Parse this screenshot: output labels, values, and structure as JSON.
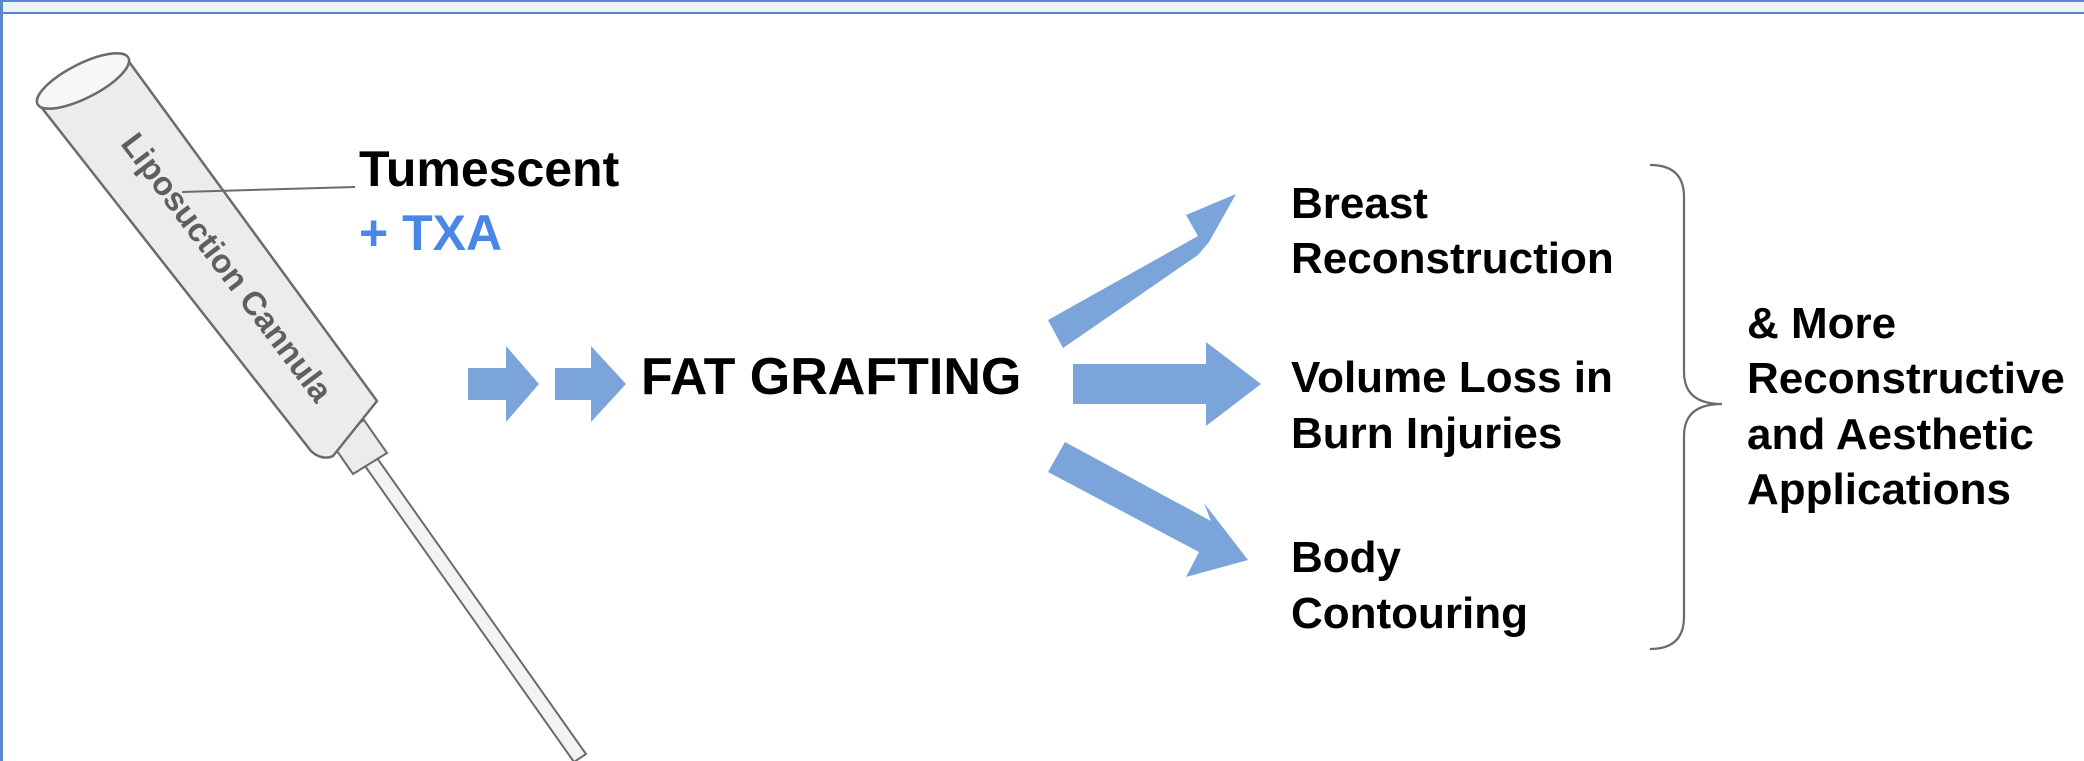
{
  "cannula": {
    "label": "Liposuction Cannula"
  },
  "inputs": {
    "tumescent": "Tumescent",
    "txa": "+ TXA"
  },
  "center": {
    "title": "FAT GRAFTING"
  },
  "applications": [
    {
      "lines": [
        "Breast",
        "Reconstruction"
      ]
    },
    {
      "lines": [
        "Volume Loss in",
        "Burn Injuries"
      ]
    },
    {
      "lines": [
        "Body",
        "Contouring"
      ]
    }
  ],
  "more": {
    "lines": [
      "& More",
      "Reconstructive",
      "and Aesthetic",
      "Applications"
    ]
  },
  "colors": {
    "arrow": "#7ba5da",
    "accent": "#4a86e8",
    "outline": "#6b6b6b",
    "cannula_fill": "#e8e8e8",
    "cannula_top": "#f6f6f6",
    "border": "#5b86cc"
  }
}
